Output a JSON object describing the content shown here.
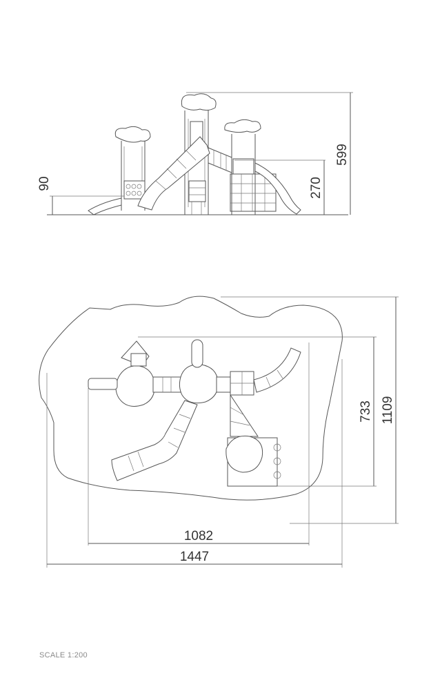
{
  "dimensions": {
    "elevation_height_total": "599",
    "elevation_height_platform_high": "270",
    "elevation_height_platform_low": "90",
    "plan_depth_total": "1109",
    "plan_depth_equipment": "733",
    "plan_width_equipment": "1082",
    "plan_width_total": "1447"
  },
  "scale_label": "SCALE 1:200",
  "colors": {
    "line": "#555555",
    "text": "#333333",
    "caption": "#8a8a8a"
  }
}
